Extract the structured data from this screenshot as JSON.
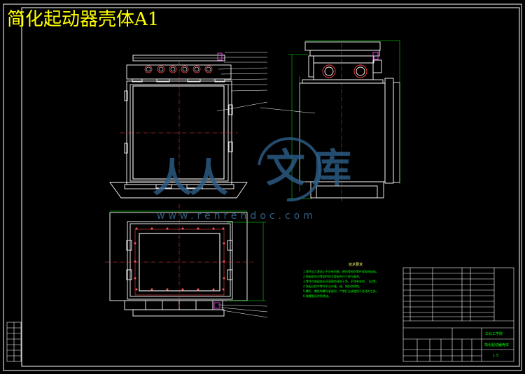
{
  "title": "简化起动器壳体A1",
  "watermark": {
    "chars": [
      "人",
      "人",
      "文",
      "库"
    ],
    "url": "www.renrendoc.com"
  },
  "tech_notes": {
    "title": "技术要求",
    "lines": [
      "1.零件加工表面上不应有划痕、擦伤等损伤零件表面的缺陷。",
      "2.装配前应对零部件的主要配合尺寸进行复查。",
      "3.零件在装配前必须清理和清洗干净，不得有毛刺、飞边等。",
      "4.装配过程中零件不允许磕、碰、划伤和锈蚀。",
      "5.螺钉、螺栓和螺母紧固时，严禁打击或使用不合适的工具。",
      "6.隔爆面须涂防锈油。"
    ]
  },
  "title_block": {
    "school": "华北工学院",
    "drawing_name": "简化起动器壳体",
    "scale": "1:5"
  }
}
